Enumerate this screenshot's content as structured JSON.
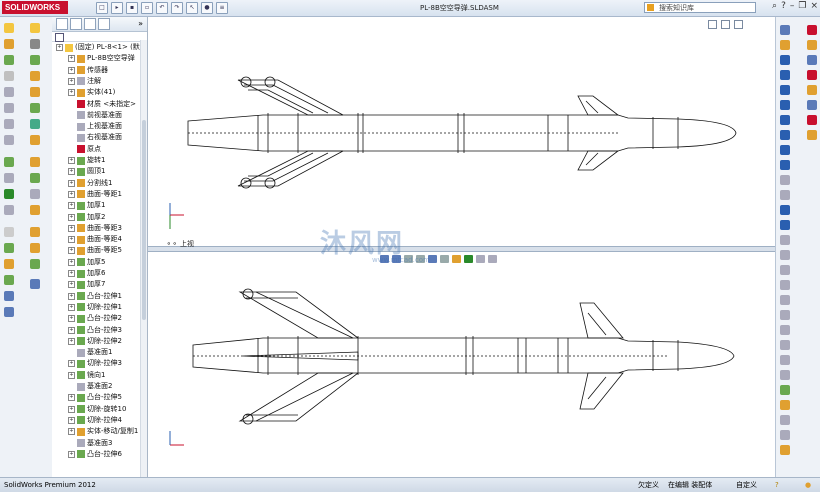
{
  "app": {
    "logo": "SOLIDWORKS",
    "title": "PL-8B空空导弹.SLDASM",
    "search_placeholder": "搜索知识库"
  },
  "feature_tree": {
    "items": [
      {
        "label": "(固定) PL-8<1> (默"
      },
      {
        "label": "PL-8B空空导弹"
      },
      {
        "label": "传感器"
      },
      {
        "label": "注解"
      },
      {
        "label": "实体(41)"
      },
      {
        "label": "材质 <未指定>"
      },
      {
        "label": "前视基准面"
      },
      {
        "label": "上视基准面"
      },
      {
        "label": "右视基准面"
      },
      {
        "label": "原点"
      },
      {
        "label": "旋转1"
      },
      {
        "label": "圆顶1"
      },
      {
        "label": "分割线1"
      },
      {
        "label": "曲面-等距1"
      },
      {
        "label": "加厚1"
      },
      {
        "label": "加厚2"
      },
      {
        "label": "曲面-等距3"
      },
      {
        "label": "曲面-等距4"
      },
      {
        "label": "曲面-等距5"
      },
      {
        "label": "加厚5"
      },
      {
        "label": "加厚6"
      },
      {
        "label": "加厚7"
      },
      {
        "label": "凸台-拉伸1"
      },
      {
        "label": "切除-拉伸1"
      },
      {
        "label": "凸台-拉伸2"
      },
      {
        "label": "凸台-拉伸3"
      },
      {
        "label": "切除-拉伸2"
      },
      {
        "label": "基准面1"
      },
      {
        "label": "切除-拉伸3"
      },
      {
        "label": "镜向1"
      },
      {
        "label": "基准面2"
      },
      {
        "label": "凸台-拉伸5"
      },
      {
        "label": "切除-旋转10"
      },
      {
        "label": "切除-拉伸4"
      },
      {
        "label": "实体-移动/复制1"
      },
      {
        "label": "基准面3"
      },
      {
        "label": "凸台-拉伸6"
      }
    ]
  },
  "viewport": {
    "top_view_label": "上视",
    "watermark": "沐风网",
    "watermark_url": "www.mfcad.com"
  },
  "status": {
    "product": "SolidWorks Premium 2012",
    "under_defined": "欠定义",
    "editing": "在编辑 装配体",
    "custom": "自定义"
  },
  "colors": {
    "accent": "#c8102e",
    "chrome": "#eef2f7",
    "line": "#111111"
  }
}
